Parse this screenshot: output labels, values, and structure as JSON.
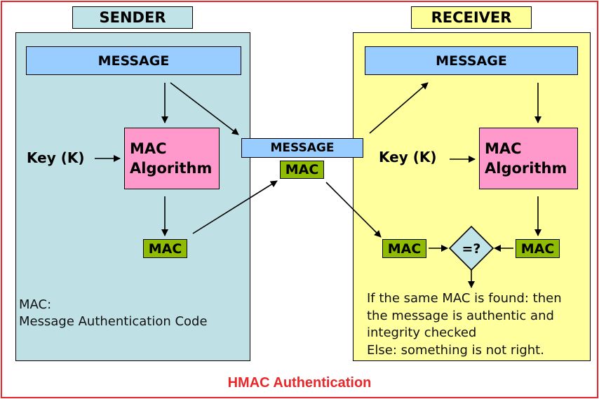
{
  "sender": {
    "title": "SENDER",
    "message": "MESSAGE",
    "key_label": "Key (K)",
    "mac_algorithm_line1": "MAC",
    "mac_algorithm_line2": "Algorithm",
    "mac_output": "MAC",
    "note_line1": "MAC:",
    "note_line2": "Message Authentication Code"
  },
  "transmission": {
    "message": "MESSAGE",
    "mac": "MAC"
  },
  "receiver": {
    "title": "RECEIVER",
    "message": "MESSAGE",
    "key_label": "Key (K)",
    "mac_algorithm_line1": "MAC",
    "mac_algorithm_line2": "Algorithm",
    "received_mac": "MAC",
    "computed_mac": "MAC",
    "compare_symbol": "=?",
    "result_line1": "If the same MAC is found: then",
    "result_line2": "the message is authentic and",
    "result_line3": "integrity checked",
    "result_line4": "Else: something is not right."
  },
  "caption": "HMAC Authentication",
  "colors": {
    "sender_panel": "#bfe1e5",
    "receiver_panel": "#ffff9e",
    "message": "#99ccff",
    "mac_algorithm": "#ff99cc",
    "mac_tag": "#8fbb00",
    "comparator": "#bfe3e6",
    "frame_and_caption": "#e8282a"
  }
}
